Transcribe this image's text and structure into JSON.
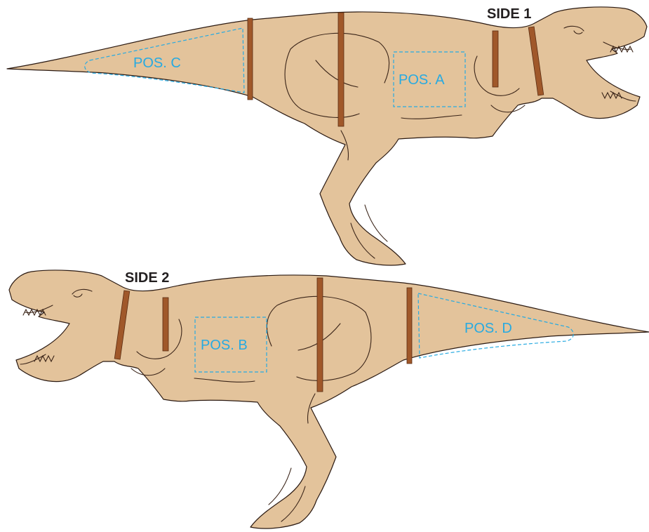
{
  "colors": {
    "body": "#e3c39b",
    "strap": "#a0582a",
    "zone": "#27aae1",
    "label": "#231f20"
  },
  "side1": {
    "label": "SIDE 1",
    "positions": [
      {
        "id": "C",
        "label": "POS. C"
      },
      {
        "id": "A",
        "label": "POS. A"
      }
    ]
  },
  "side2": {
    "label": "SIDE 2",
    "positions": [
      {
        "id": "B",
        "label": "POS. B"
      },
      {
        "id": "D",
        "label": "POS. D"
      }
    ]
  }
}
